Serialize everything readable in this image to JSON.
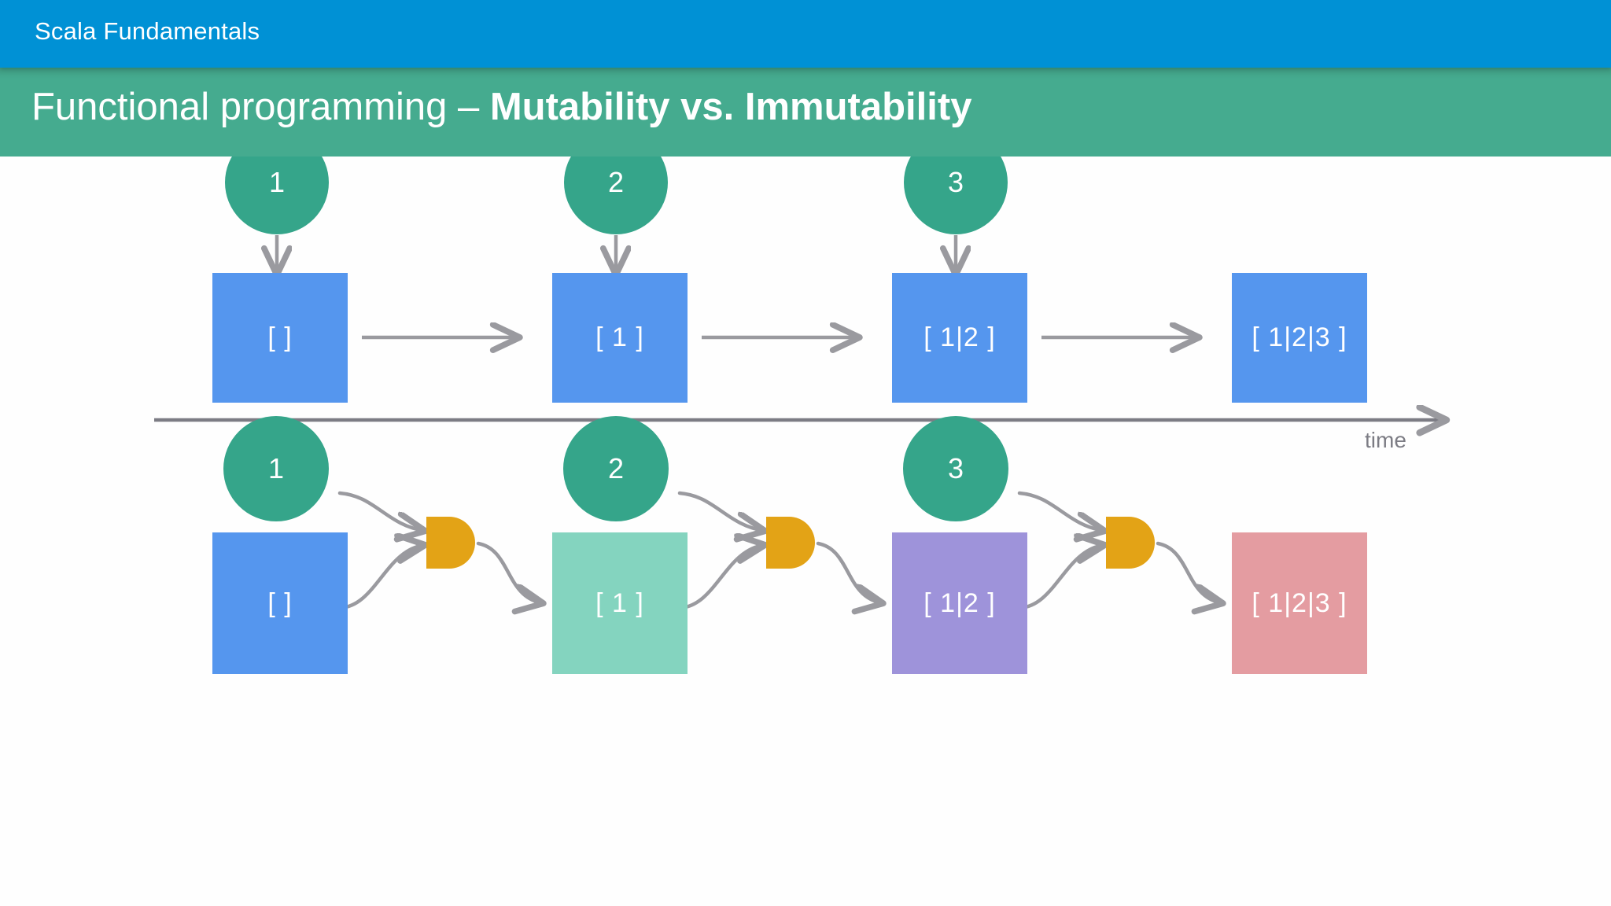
{
  "header": {
    "course_title": "Scala Fundamentals",
    "bar_color": "#0091d5"
  },
  "title": {
    "prefix": "Functional programming – ",
    "emphasis": "Mutability vs. Immutability",
    "band_color": "#45ab8f"
  },
  "colors": {
    "circle_green": "#35a58a",
    "box_blue": "#5596ee",
    "box_teal": "#84d4bf",
    "box_purple": "#9e93da",
    "box_pink": "#e49ca1",
    "merge_orange": "#e3a316",
    "arrow_gray": "#9a9a9f",
    "time_text": "#7c7c84"
  },
  "diagram": {
    "time_axis_label": "time",
    "mutable_row": {
      "name": "mutable-sequence",
      "inputs": [
        {
          "label": "1"
        },
        {
          "label": "2"
        },
        {
          "label": "3"
        }
      ],
      "states": [
        {
          "label": "[  ]",
          "color": "#5596ee"
        },
        {
          "label": "[ 1 ]",
          "color": "#5596ee"
        },
        {
          "label": "[ 1|2 ]",
          "color": "#5596ee"
        },
        {
          "label": "[ 1|2|3 ]",
          "color": "#5596ee"
        }
      ]
    },
    "immutable_row": {
      "name": "immutable-sequence",
      "inputs": [
        {
          "label": "1"
        },
        {
          "label": "2"
        },
        {
          "label": "3"
        }
      ],
      "merges": [
        {
          "label": ""
        },
        {
          "label": ""
        },
        {
          "label": ""
        }
      ],
      "states": [
        {
          "label": "[  ]",
          "color": "#5596ee"
        },
        {
          "label": "[ 1 ]",
          "color": "#84d4bf"
        },
        {
          "label": "[ 1|2 ]",
          "color": "#9e93da"
        },
        {
          "label": "[ 1|2|3 ]",
          "color": "#e49ca1"
        }
      ]
    }
  }
}
